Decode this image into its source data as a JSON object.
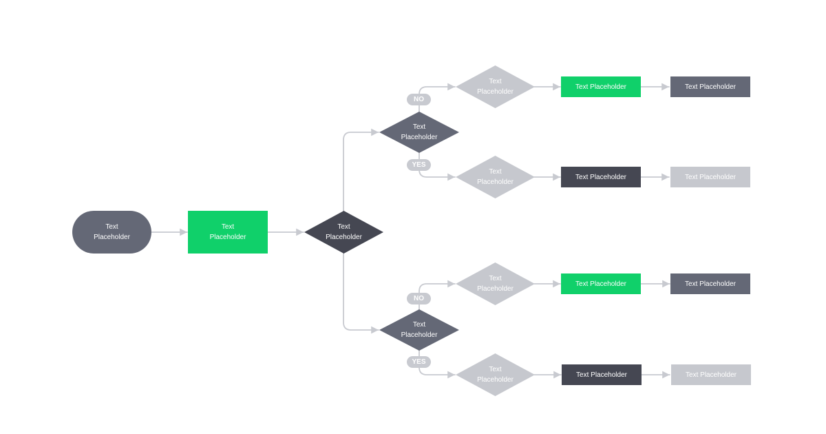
{
  "colors": {
    "green": "#10d06a",
    "gray": "#646876",
    "dark": "#454752",
    "light": "#c6c8ce",
    "connector": "#c8cad0"
  },
  "nodes": {
    "start": "Text Placeholder",
    "process": "Text Placeholder",
    "decision_main": "Text Placeholder",
    "decision_top": "Text Placeholder",
    "decision_bottom": "Text Placeholder",
    "top_no_decision": "Text Placeholder",
    "top_no_box1": "Text Placeholder",
    "top_no_box2": "Text Placeholder",
    "top_yes_decision": "Text Placeholder",
    "top_yes_box1": "Text Placeholder",
    "top_yes_box2": "Text Placeholder",
    "bottom_no_decision": "Text Placeholder",
    "bottom_no_box1": "Text Placeholder",
    "bottom_no_box2": "Text Placeholder",
    "bottom_yes_decision": "Text Placeholder",
    "bottom_yes_box1": "Text Placeholder",
    "bottom_yes_box2": "Text Placeholder"
  },
  "labels": {
    "no": "NO",
    "yes": "YES"
  }
}
